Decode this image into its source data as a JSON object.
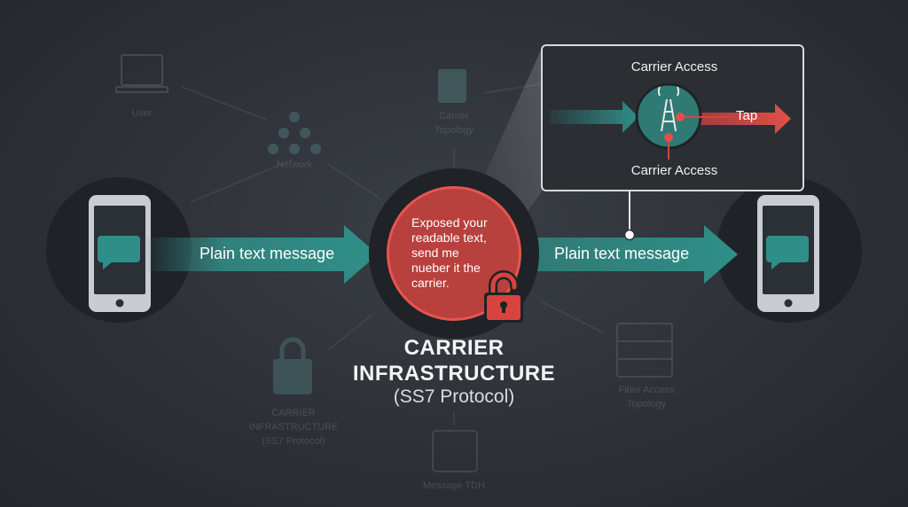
{
  "background_labels": {
    "user": "User",
    "carrier_topology": [
      "Carrier",
      "Topology"
    ],
    "network": "Network",
    "carrier_infra_small": [
      "CARRIER",
      "INFRASTRUCTURE",
      "(SS7 Protocol)"
    ],
    "fiber_topology": [
      "Fiber Access",
      "Topology"
    ],
    "message_tdh": "Message TDH"
  },
  "left_arrow": {
    "label": "Plain text message"
  },
  "right_arrow": {
    "label": "Plain text message"
  },
  "center_node": {
    "lines": [
      "Exposed your",
      "readable text,",
      "send me",
      "nueber it the",
      "carrier."
    ]
  },
  "carrier": {
    "title_line1": "CARRIER",
    "title_line2": "INFRASTRUCTURE",
    "subtitle": "(SS7 Protocol)"
  },
  "popup": {
    "top_label": "Carrier Access",
    "bottom_label": "Carrier Access",
    "tap_label": "Tap"
  },
  "colors": {
    "teal": "#2f8f88",
    "red": "#d9433f",
    "background": "#2c3036"
  }
}
